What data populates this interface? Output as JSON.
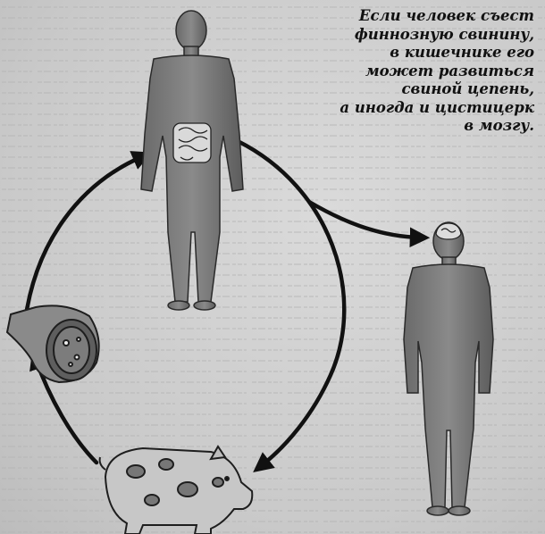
{
  "caption": {
    "lines": [
      "Если человек съест",
      "финнозную свинину,",
      "в кишечнике его",
      "может развиться",
      "свиной цепень,",
      "а иногда и цистицерк",
      "в мозгу."
    ]
  }
}
